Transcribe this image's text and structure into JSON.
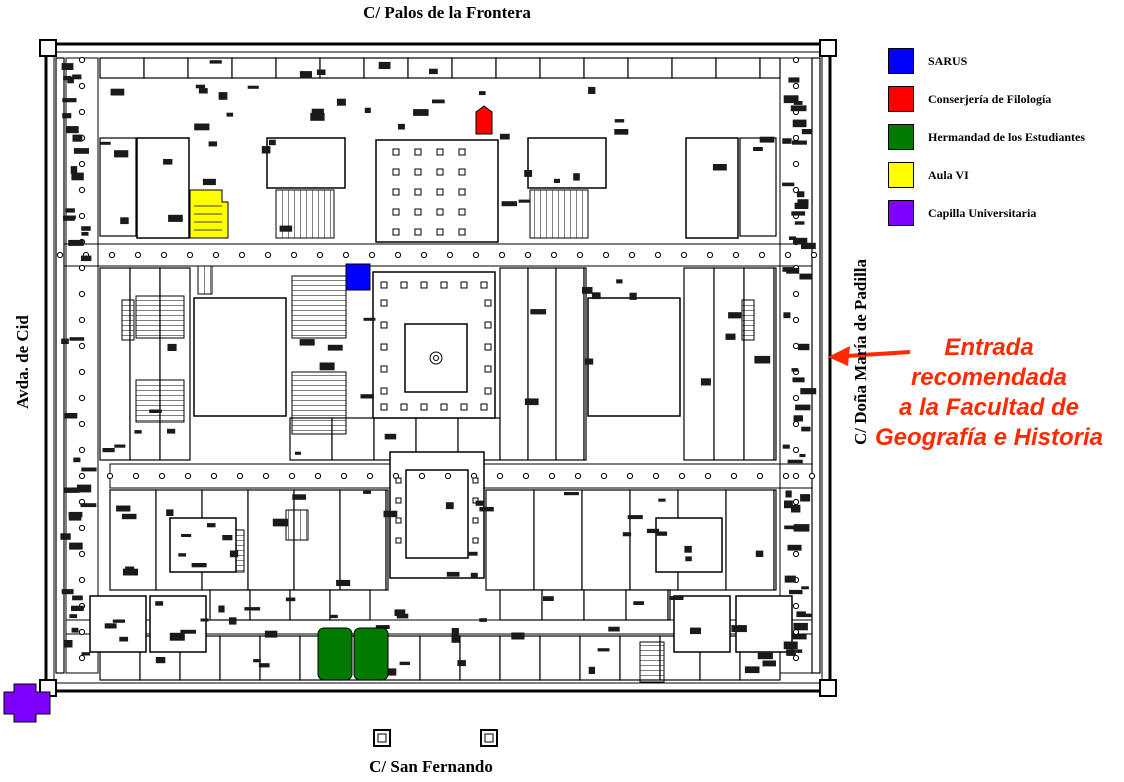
{
  "streets": {
    "north": "C/ Palos de la Frontera",
    "south": "C/ San Fernando",
    "west": "Avda. de Cid",
    "east": "C/ Doña María de Padilla"
  },
  "legend": [
    {
      "label": "SARUS",
      "color": "#0000ff"
    },
    {
      "label": "Conserjería de Filología",
      "color": "#ff0000"
    },
    {
      "label": "Hermandad de los Estudiantes",
      "color": "#007a00"
    },
    {
      "label": "Aula VI",
      "color": "#ffff00"
    },
    {
      "label": "Capilla Universitaria",
      "color": "#8000ff"
    }
  ],
  "entrance_note": {
    "line1": "Entrada",
    "line2": "recomendada",
    "line3": "a la Facultad de",
    "line4": "Geografía e Historia",
    "color": "#ff2a00"
  },
  "colors": {
    "outline": "#000000",
    "room_fill": "#ffffff",
    "dark_block": "#1a1a1a"
  }
}
